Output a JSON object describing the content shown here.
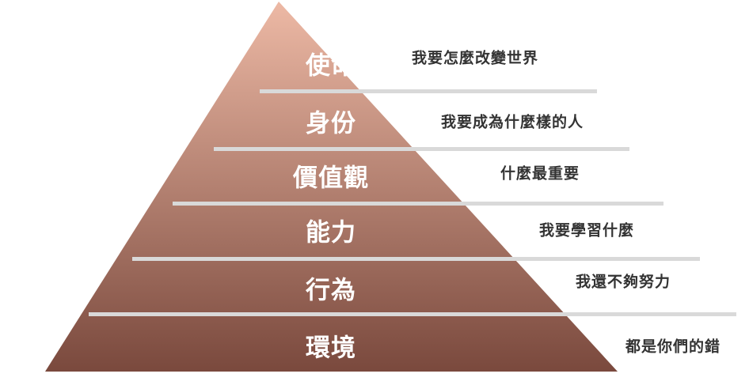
{
  "colors": {
    "top": "#edb9a5",
    "bottom": "#7a493d",
    "divider": "#d9d9d9",
    "label_text": "#ffffff",
    "description_text": "#333333"
  },
  "levels": [
    {
      "label": "使命",
      "description": "我要怎麼改變世界"
    },
    {
      "label": "身份",
      "description": "我要成為什麼樣的人"
    },
    {
      "label": "價值觀",
      "description": "什麼最重要"
    },
    {
      "label": "能力",
      "description": "我要學習什麼"
    },
    {
      "label": "行為",
      "description": "我還不夠努力"
    },
    {
      "label": "環境",
      "description": "都是你們的錯"
    }
  ]
}
